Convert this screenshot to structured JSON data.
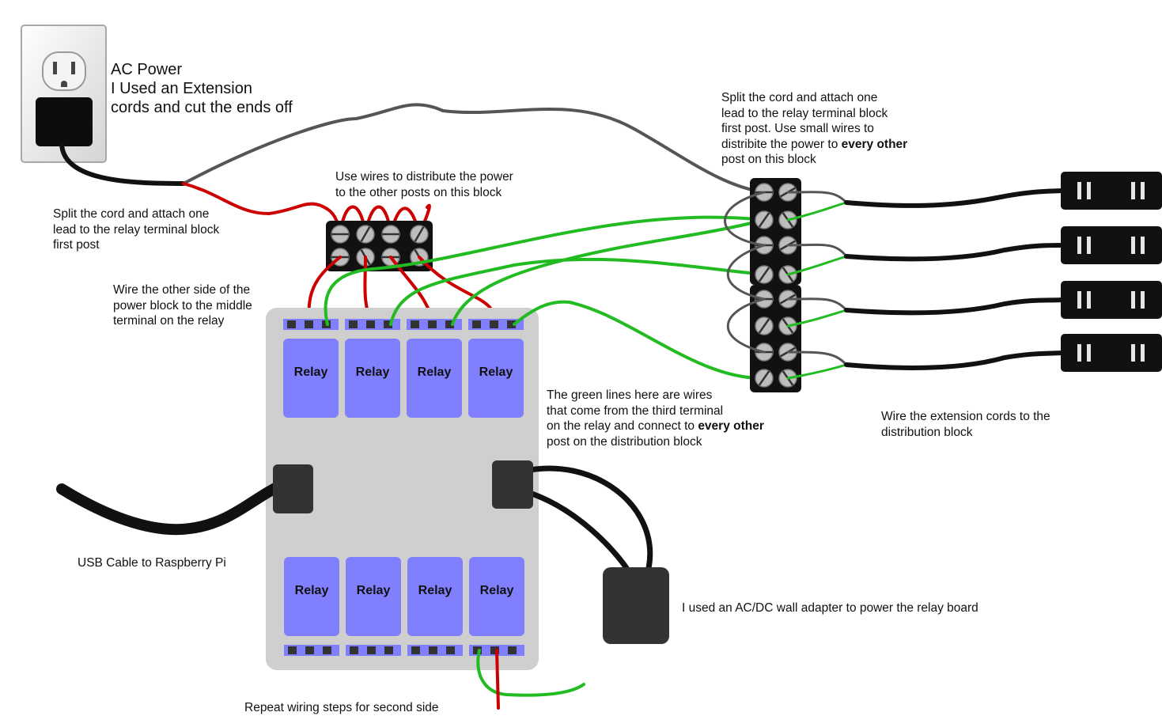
{
  "notes": {
    "ac_power": "AC Power\nI Used an Extension\ncords and cut the ends off",
    "split_left": "Split the cord and attach one\nlead to the relay terminal block\nfirst post",
    "use_wires": "Use wires to distribute the power\nto the other posts on this block",
    "wire_other_side": "Wire the other side of the\npower block to the middle\nterminal on the relay",
    "split_right_before": "Split the cord and attach one\nlead to the relay terminal block\nfirst post.  Use small wires to\ndistribite the power to ",
    "split_right_bold": "every other",
    "split_right_after": "\npost on this block",
    "green_lines_before": "The green lines here are wires\nthat come from the third terminal\non the relay and connect to ",
    "green_lines_bold": "every other",
    "green_lines_after": "\npost on the distribution block",
    "wire_extension": "Wire the extension cords to the\ndistribution block",
    "usb_cable": "USB Cable to Raspberry Pi",
    "adapter": "I used an AC/DC wall adapter to power the relay board",
    "repeat": "Repeat wiring steps for second side"
  },
  "relay_label": "Relay",
  "relays_top": [
    "Relay",
    "Relay",
    "Relay",
    "Relay"
  ],
  "relays_bottom": [
    "Relay",
    "Relay",
    "Relay",
    "Relay"
  ],
  "colors": {
    "ac_wire": "#cc0000",
    "signal_wire": "#22bb22",
    "neutral_wire": "#555555",
    "cord": "#111111",
    "board": "#cfcfcf",
    "relay": "#8080ff",
    "terminal_block": "#111111",
    "screw": "#bdbdbd"
  }
}
